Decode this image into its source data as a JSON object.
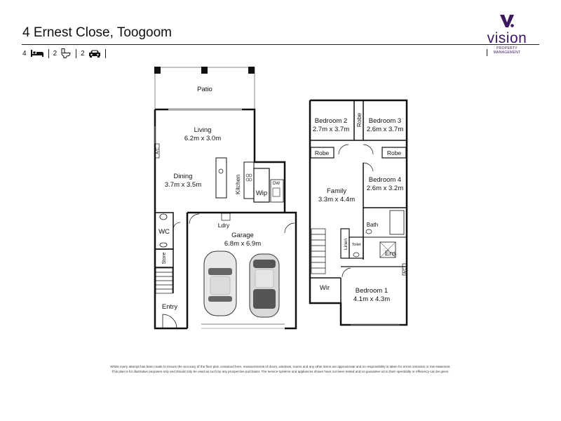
{
  "header": {
    "title": "4 Ernest Close, Toogoom",
    "stats": [
      {
        "count": "4",
        "icon": "bed-icon"
      },
      {
        "count": "2",
        "icon": "toilet-icon"
      },
      {
        "count": "2",
        "icon": "car-icon"
      }
    ]
  },
  "logo": {
    "mark": "V",
    "word": "vision",
    "subtitle": "PROPERTY MANAGEMENT",
    "color": "#3b1860"
  },
  "rooms": {
    "patio": "Patio",
    "living_name": "Living",
    "living_size": "6.2m x 3.0m",
    "dining_name": "Dining",
    "dining_size": "3.7m x 3.5m",
    "kitchen": "Kitchen",
    "wip": "Wip",
    "dw": "DW",
    "ac1": "A/C",
    "wc": "WC",
    "store": "Store",
    "ldry": "Ldry",
    "garage_name": "Garage",
    "garage_size": "6.8m x 6.9m",
    "entry": "Entry",
    "bed2_name": "Bedroom 2",
    "bed2_size": "2.7m x 3.7m",
    "robe_mid": "Robe",
    "bed3_name": "Bedroom 3",
    "bed3_size": "2.6m x 3.7m",
    "robe_left": "Robe",
    "robe_right": "Robe",
    "bed4_name": "Bedroom 4",
    "bed4_size": "2.6m x 3.2m",
    "family_name": "Family",
    "family_size": "3.3m x 4.4m",
    "bath": "Bath",
    "linen": "Linen",
    "toilet": "Toilet",
    "ens": "Ens",
    "ac2": "A/C",
    "wir": "Wir",
    "bed1_name": "Bedroom 1",
    "bed1_size": "4.1m x 4.3m"
  },
  "disclaimer": {
    "line1": "Whilst every attempt has been made to ensure the accuracy of the floor plan contained here, measurements of doors, windows, rooms and any other items are approximate and no responsibility is taken for errors omission or mis-statement.",
    "line2": "This plan is for illustrative purposes only and should only be used as such by any prospective purchaser. The service systems and appliances shown have not been tested and no guarantee as to their operability or efficiency can be given."
  }
}
